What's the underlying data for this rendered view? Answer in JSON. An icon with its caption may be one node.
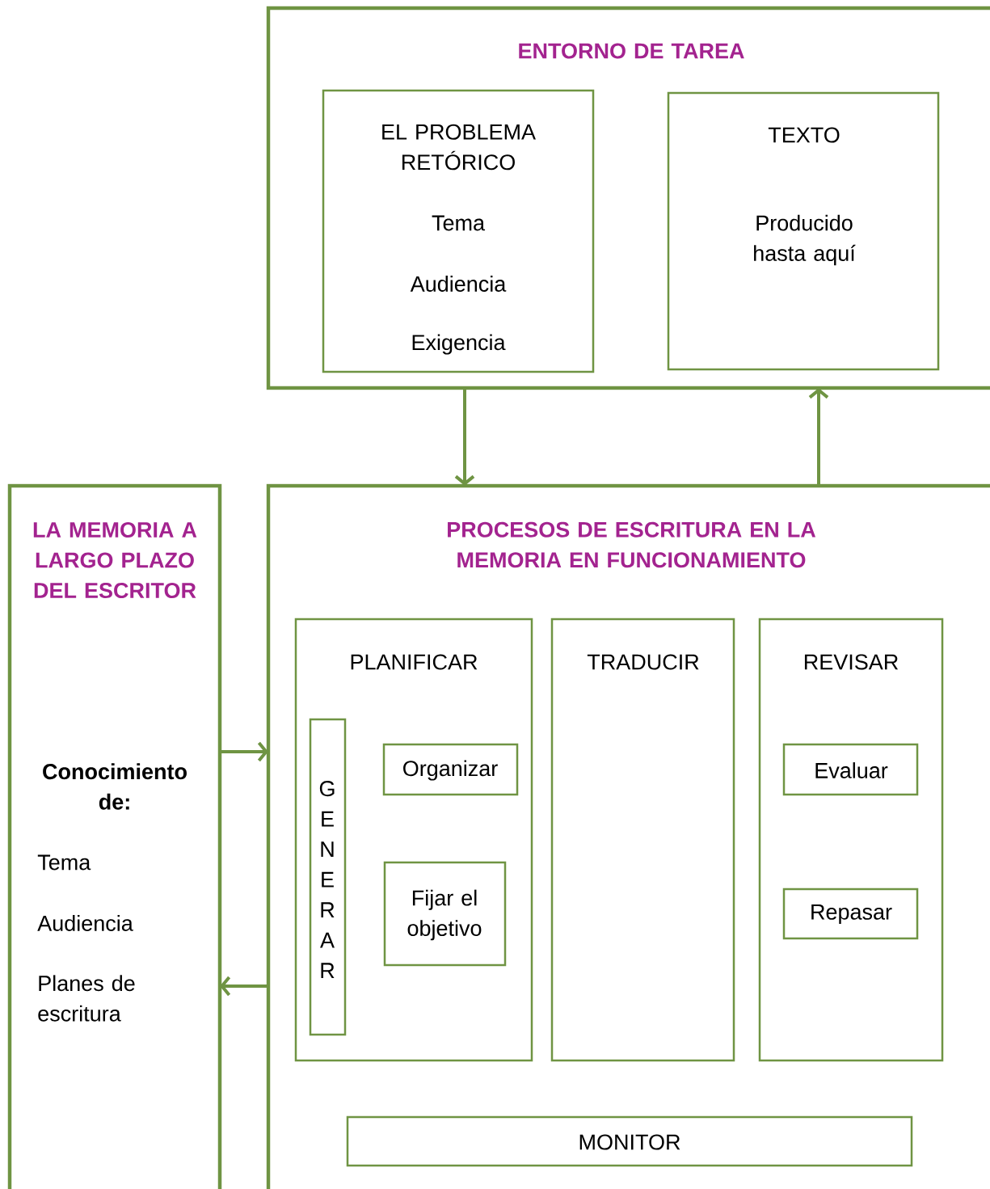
{
  "diagram": {
    "nodes": [
      {
        "text": [
          "ENTORNO DE TAREA"
        ]
      },
      {
        "text": [
          "EL PROBLEMA RETÓRICO",
          "Tema",
          "Audiencia",
          "Exigencia"
        ],
        "in": 0
      },
      {
        "text": [
          "TEXTO",
          "Producido hasta aquí"
        ],
        "in": 0
      },
      {
        "text": [
          "LA MEMORIA A LARGO PLAZO DEL ESCRITOR",
          "Conocimiento de:",
          "Tema",
          "Audiencia",
          "Planes de escritura"
        ]
      },
      {
        "text": [
          "PROCESOS DE ESCRITURA EN LA MEMORIA EN FUNCIONAMIENTO"
        ]
      },
      {
        "text": [
          "PLANIFICAR"
        ],
        "in": 4
      },
      {
        "text": [
          "G E N E R A R"
        ],
        "in": 5
      },
      {
        "text": [
          "Organizar"
        ],
        "in": 5
      },
      {
        "text": [
          "Fijar el objetivo"
        ],
        "in": 5
      },
      {
        "text": [
          "TRADUCIR"
        ],
        "in": 4
      },
      {
        "text": [
          "REVISAR"
        ],
        "in": 4
      },
      {
        "text": [
          "Evaluar"
        ],
        "in": 10
      },
      {
        "text": [
          "Repasar"
        ],
        "in": 10
      },
      {
        "text": [
          "MONITOR"
        ],
        "in": 4
      }
    ],
    "edges": [
      {
        "from": 0,
        "to": 4,
        "arrow": "to"
      },
      {
        "from": 4,
        "to": 0,
        "arrow": "to"
      },
      {
        "from": 3,
        "to": 4,
        "arrow": "to"
      },
      {
        "from": 4,
        "to": 3,
        "arrow": "to"
      }
    ]
  }
}
